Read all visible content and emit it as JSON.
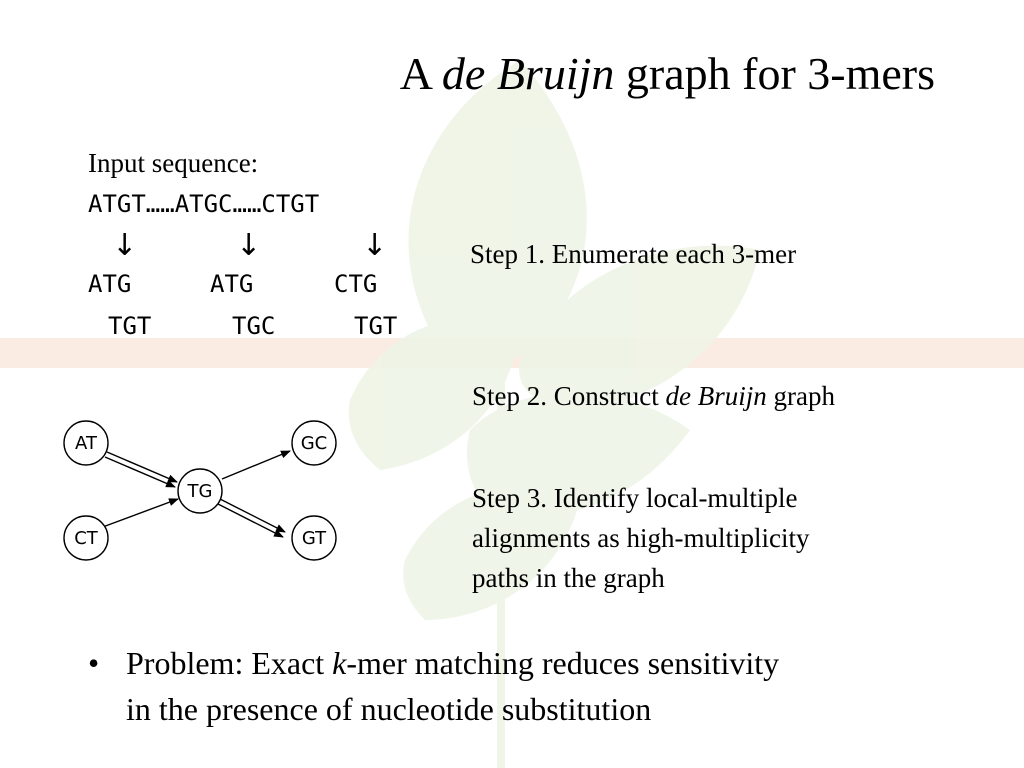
{
  "title": {
    "prefix": "A ",
    "italic": "de Bruijn",
    "suffix": " graph for 3-mers"
  },
  "input": {
    "label": "Input sequence:",
    "sequence": "ATGT……ATGC……CTGT",
    "arrow_glyph": "↓",
    "kmers_row1": [
      "ATG",
      "ATG",
      "CTG"
    ],
    "kmers_row2": [
      "TGT",
      "TGC",
      "TGT"
    ]
  },
  "steps": {
    "step1": "Step 1. Enumerate each 3-mer",
    "step2_prefix": "Step 2. Construct ",
    "step2_italic": "de Bruijn",
    "step2_suffix": " graph",
    "step3_lines": [
      "Step 3. Identify local-multiple",
      "alignments as high-multiplicity",
      "paths in the graph"
    ]
  },
  "graph": {
    "nodes": [
      "AT",
      "CT",
      "TG",
      "GC",
      "GT"
    ],
    "edges": [
      {
        "from": "AT",
        "to": "TG",
        "multiplicity": 2
      },
      {
        "from": "CT",
        "to": "TG",
        "multiplicity": 1
      },
      {
        "from": "TG",
        "to": "GC",
        "multiplicity": 1
      },
      {
        "from": "TG",
        "to": "GT",
        "multiplicity": 2
      }
    ]
  },
  "bullet": {
    "marker": "•",
    "line1_prefix": "Problem: Exact ",
    "line1_italic": "k",
    "line1_suffix": "-mer matching reduces sensitivity",
    "line2": "in the presence of nucleotide substitution"
  },
  "colors": {
    "accent_band": "#fbece3",
    "leaf_watermark": "#eef4e6",
    "text": "#000000"
  }
}
